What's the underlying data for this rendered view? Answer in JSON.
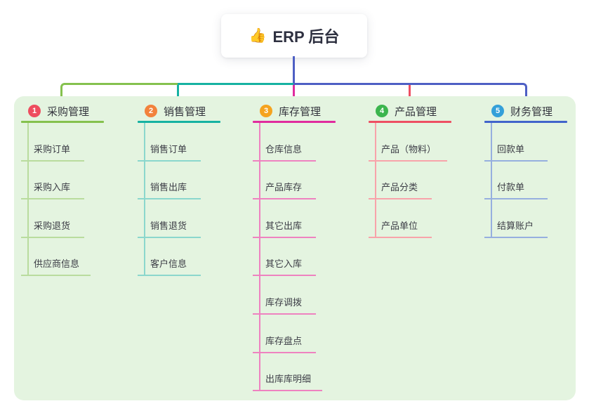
{
  "root": {
    "icon": "👍",
    "title": "ERP 后台"
  },
  "colors": {
    "page_bg": "#ffffff",
    "panel_bg": "#e4f4e0",
    "root_connector": "#4e5fc4",
    "root_text": "#2e3040",
    "title_text": "#33343d",
    "child_text": "#3c3d46"
  },
  "branches": [
    {
      "num": "1",
      "title": "采购管理",
      "badge_color": "#ee4d5f",
      "line_color": "#85c14e",
      "child_line_color": "#b9dc9e",
      "children": [
        "采购订单",
        "采购入库",
        "采购退货",
        "供应商信息"
      ]
    },
    {
      "num": "2",
      "title": "销售管理",
      "badge_color": "#f2823c",
      "line_color": "#16b2a2",
      "child_line_color": "#8bd7cd",
      "children": [
        "销售订单",
        "销售出库",
        "销售退货",
        "客户信息"
      ]
    },
    {
      "num": "3",
      "title": "库存管理",
      "badge_color": "#f5a31f",
      "line_color": "#e02b9e",
      "child_line_color": "#ee82c0",
      "children": [
        "仓库信息",
        "产品库存",
        "其它出库",
        "其它入库",
        "库存调拨",
        "库存盘点",
        "出库库明细"
      ]
    },
    {
      "num": "4",
      "title": "产品管理",
      "badge_color": "#3cb54e",
      "line_color": "#ee4f63",
      "child_line_color": "#f8a3aa",
      "children": [
        "产品（物料）",
        "产品分类",
        "产品单位"
      ]
    },
    {
      "num": "5",
      "title": "财务管理",
      "badge_color": "#34a0d9",
      "line_color": "#4164cb",
      "child_line_color": "#96afdf",
      "children": [
        "回款单",
        "付款单",
        "结算账户"
      ]
    }
  ]
}
